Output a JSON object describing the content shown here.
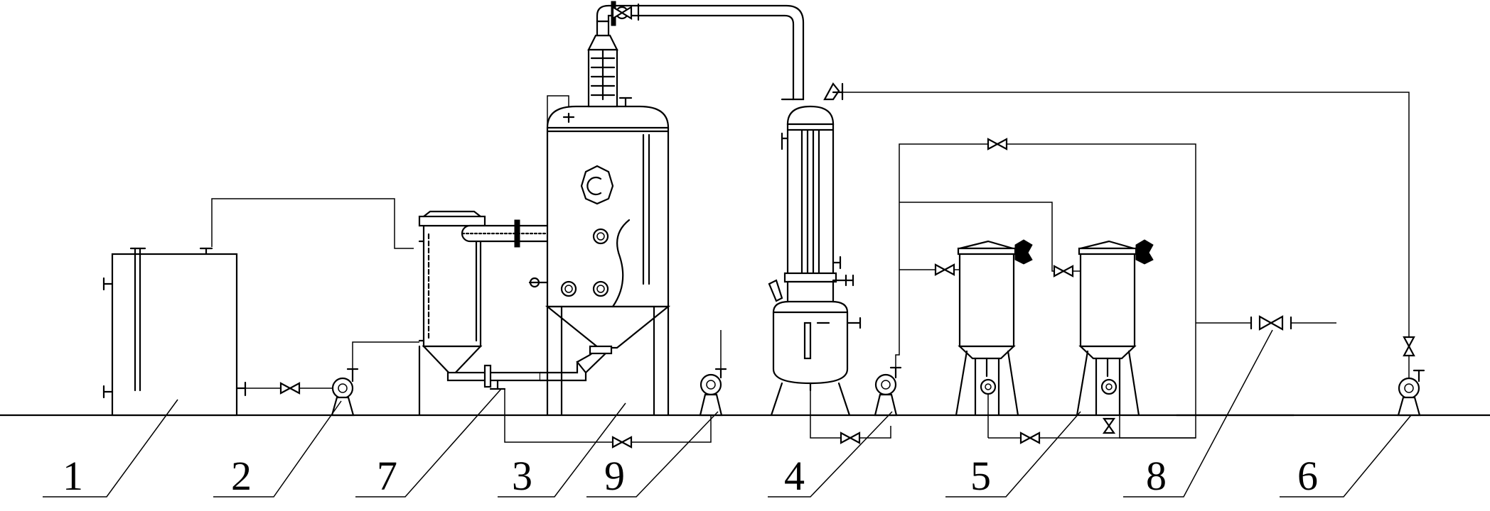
{
  "diagram": {
    "callouts": [
      {
        "id": "tank",
        "label": "1"
      },
      {
        "id": "pump-a",
        "label": "2"
      },
      {
        "id": "evaporator",
        "label": "3"
      },
      {
        "id": "condenser",
        "label": "4"
      },
      {
        "id": "filters",
        "label": "5"
      },
      {
        "id": "pump-d",
        "label": "6"
      },
      {
        "id": "heat-exchanger-pipe",
        "label": "7"
      },
      {
        "id": "outlet-valve",
        "label": "8"
      },
      {
        "id": "pump-b",
        "label": "9"
      }
    ]
  }
}
